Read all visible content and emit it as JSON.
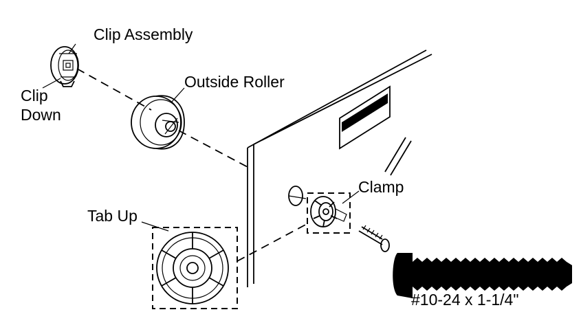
{
  "labels": {
    "clip_assembly": "Clip Assembly",
    "clip_down_line1": "Clip",
    "clip_down_line2": "Down",
    "outside_roller": "Outside Roller",
    "clamp": "Clamp",
    "tab_up": "Tab Up",
    "screw_spec": "#10-24 x 1-1/4\""
  },
  "colors": {
    "ink": "#000000",
    "paper": "#ffffff"
  }
}
